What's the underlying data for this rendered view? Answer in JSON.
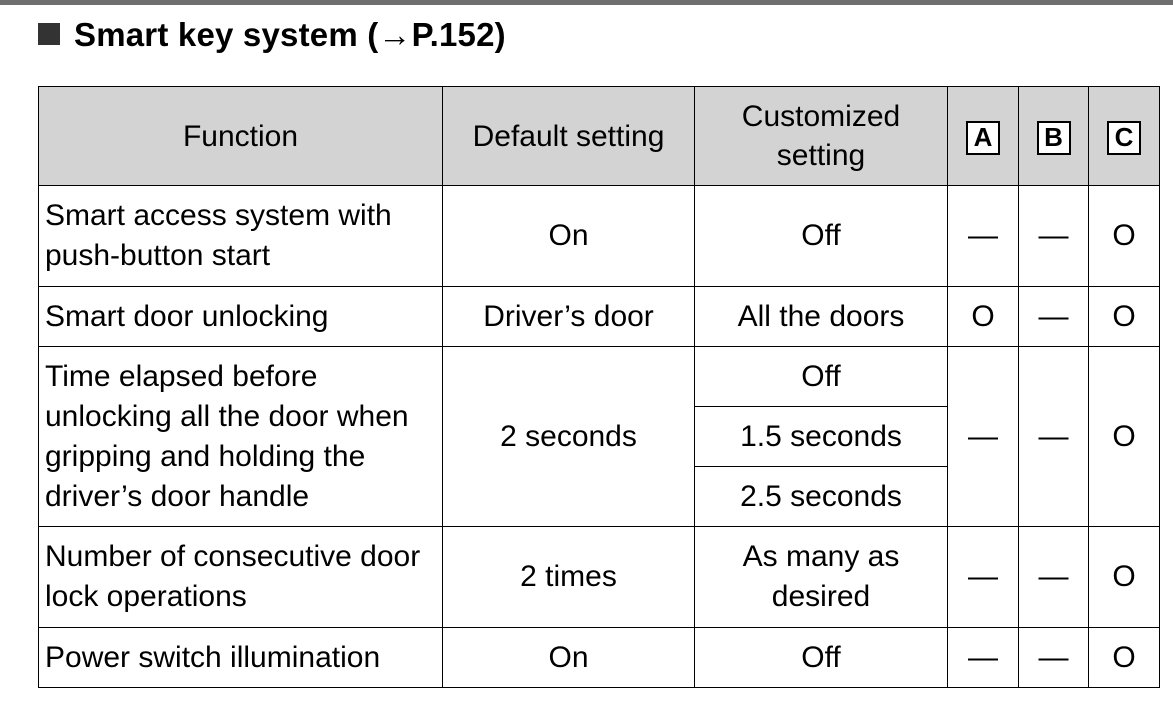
{
  "heading": {
    "title": "Smart key system (→P.152)"
  },
  "table": {
    "headers": {
      "function": "Function",
      "default": "Default setting",
      "customized": "Customized setting",
      "col_a": "A",
      "col_b": "B",
      "col_c": "C"
    },
    "rows": [
      {
        "function": "Smart access system with push-button start",
        "default": "On",
        "customized": [
          "Off"
        ],
        "a": "—",
        "b": "—",
        "c": "O"
      },
      {
        "function": "Smart door unlocking",
        "default": "Driver’s door",
        "customized": [
          "All the doors"
        ],
        "a": "O",
        "b": "—",
        "c": "O"
      },
      {
        "function": "Time elapsed before unlocking all the door when gripping and holding the driver’s door handle",
        "default": "2 seconds",
        "customized": [
          "Off",
          "1.5 seconds",
          "2.5 seconds"
        ],
        "a": "—",
        "b": "—",
        "c": "O"
      },
      {
        "function": "Number of consecutive door lock operations",
        "default": "2 times",
        "customized": [
          "As many as desired"
        ],
        "a": "—",
        "b": "—",
        "c": "O"
      },
      {
        "function": "Power switch illumination",
        "default": "On",
        "customized": [
          "Off"
        ],
        "a": "—",
        "b": "—",
        "c": "O"
      }
    ]
  }
}
